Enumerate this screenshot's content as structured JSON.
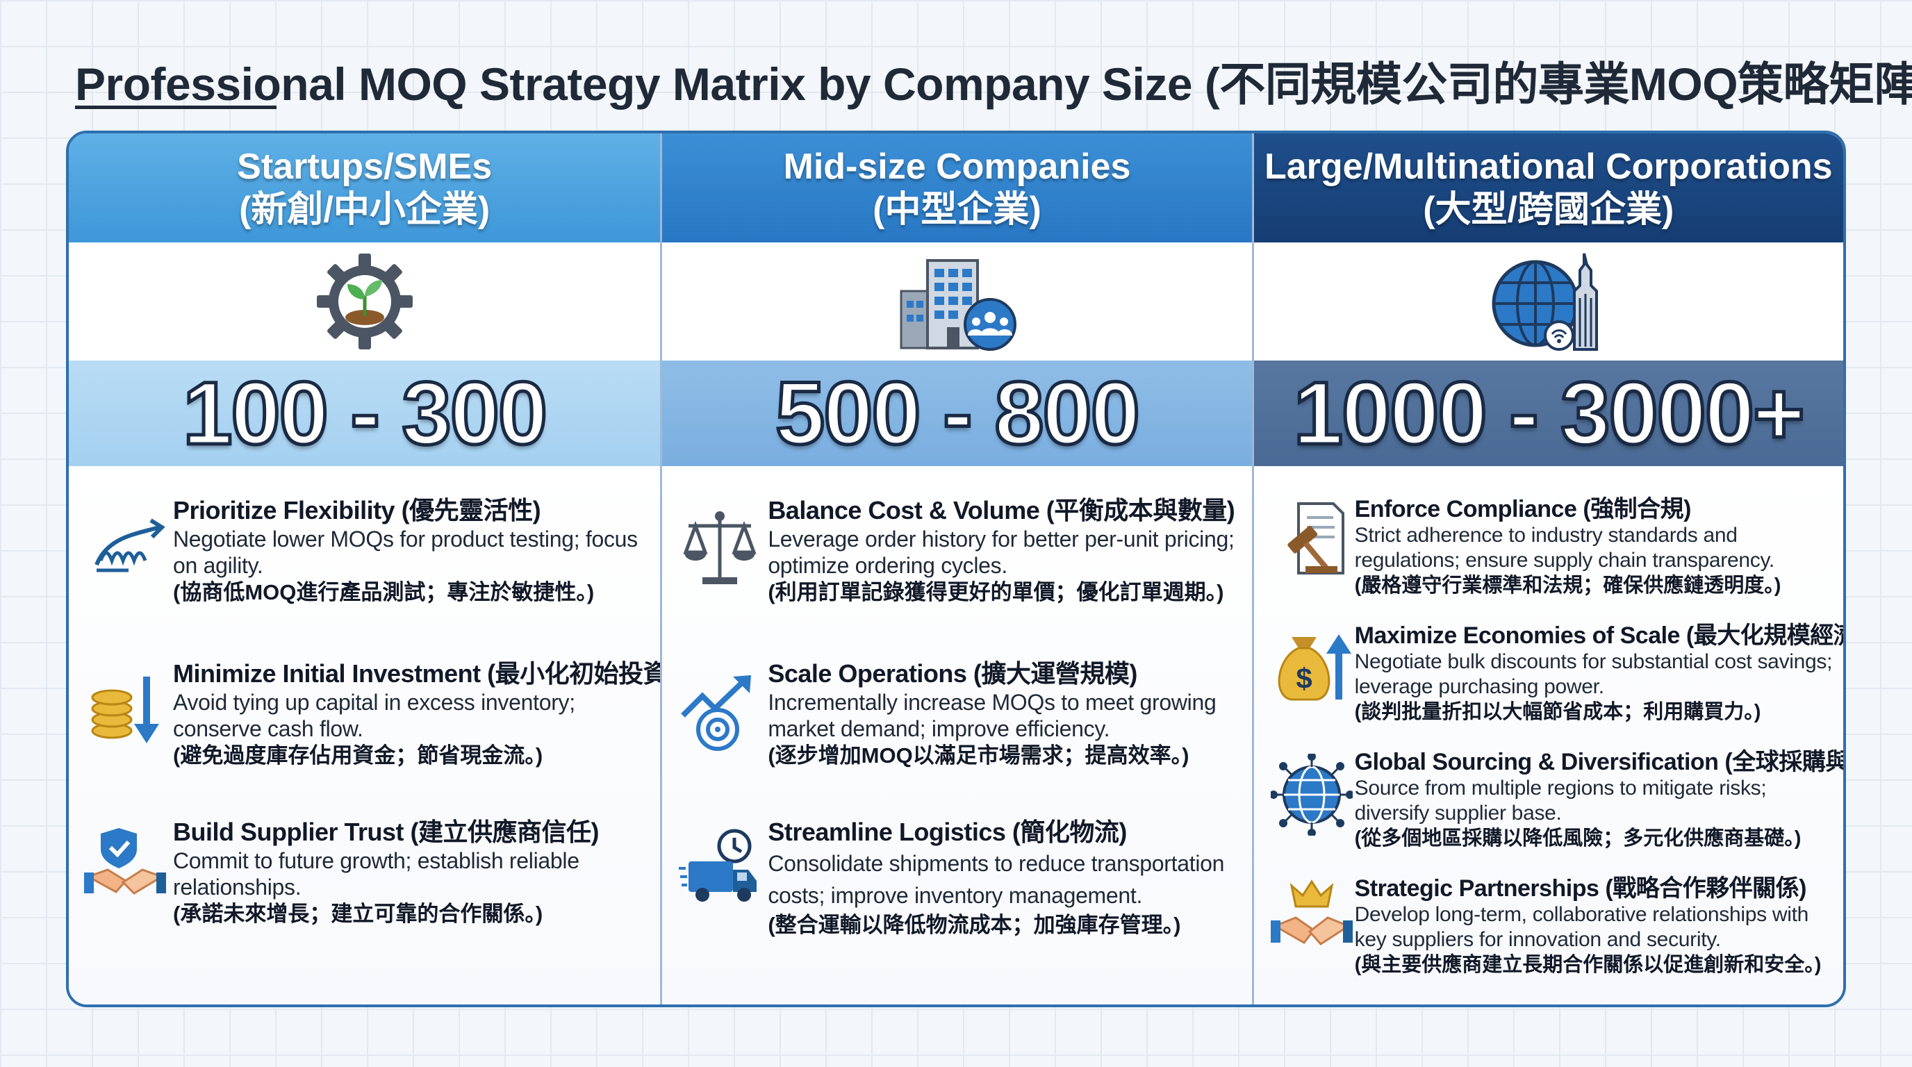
{
  "title": "Professional MOQ Strategy Matrix by Company Size (不同規模公司的專業MOQ策略矩陣)",
  "columns": [
    {
      "header_en": "Startups/SMEs",
      "header_zh": "(新創/中小企業)",
      "range": "100 - 300",
      "icon": "plant-gear-icon",
      "items": [
        {
          "title": "Prioritize Flexibility (優先靈活性)",
          "desc": "Negotiate lower MOQs for product testing; focus on agility.",
          "zh": "(協商低MOQ進行產品測試；專注於敏捷性。)",
          "icon": "spring-arrow-icon"
        },
        {
          "title": "Minimize Initial Investment (最小化初始投資)",
          "desc": "Avoid tying up capital in excess inventory; conserve cash flow.",
          "zh": "(避免過度庫存佔用資金；節省現金流。)",
          "icon": "coins-down-arrow-icon"
        },
        {
          "title": "Build Supplier Trust (建立供應商信任)",
          "desc": "Commit to future growth; establish reliable relationships.",
          "zh": "(承諾未來增長；建立可靠的合作關係。)",
          "icon": "handshake-shield-icon"
        }
      ]
    },
    {
      "header_en": "Mid-size Companies",
      "header_zh": "(中型企業)",
      "range": "500 - 800",
      "icon": "building-team-icon",
      "items": [
        {
          "title": "Balance Cost & Volume (平衡成本與數量)",
          "desc": "Leverage order history for better per-unit pricing; optimize ordering cycles.",
          "zh": "(利用訂單記錄獲得更好的單價；優化訂單週期。)",
          "icon": "scales-icon"
        },
        {
          "title": "Scale Operations (擴大運營規模)",
          "desc": "Incrementally increase MOQs to meet growing market demand; improve efficiency.",
          "zh": "(逐步增加MOQ以滿足市場需求；提高效率。)",
          "icon": "growth-target-icon"
        },
        {
          "title": "Streamline Logistics (簡化物流)",
          "desc": "Consolidate shipments to reduce transportation costs; improve inventory management.",
          "zh": "(整合運輸以降低物流成本；加強庫存管理。)",
          "icon": "delivery-truck-icon"
        }
      ]
    },
    {
      "header_en": "Large/Multinational Corporations",
      "header_zh": "(大型/跨國企業)",
      "range": "1000 - 3000+",
      "icon": "globe-skyscraper-icon",
      "items": [
        {
          "title": "Enforce Compliance (強制合規)",
          "desc": "Strict adherence to industry standards and regulations; ensure supply chain transparency.",
          "zh": "(嚴格遵守行業標準和法規；確保供應鏈透明度。)",
          "icon": "gavel-document-icon"
        },
        {
          "title": "Maximize Economies of Scale (最大化規模經濟)",
          "desc": "Negotiate bulk discounts for substantial cost savings; leverage purchasing power.",
          "zh": "(談判批量折扣以大幅節省成本；利用購買力。)",
          "icon": "money-bag-icon"
        },
        {
          "title": "Global Sourcing & Diversification (全球採購與多元化)",
          "desc": "Source from multiple regions to mitigate risks; diversify supplier base.",
          "zh": "(從多個地區採購以降低風險；多元化供應商基礎。)",
          "icon": "global-network-icon"
        },
        {
          "title": "Strategic Partnerships (戰略合作夥伴關係)",
          "desc": "Develop long-term, collaborative relationships with key suppliers for innovation and security.",
          "zh": "(與主要供應商建立長期合作關係以促進創新和安全。)",
          "icon": "crown-handshake-icon"
        }
      ]
    }
  ]
}
